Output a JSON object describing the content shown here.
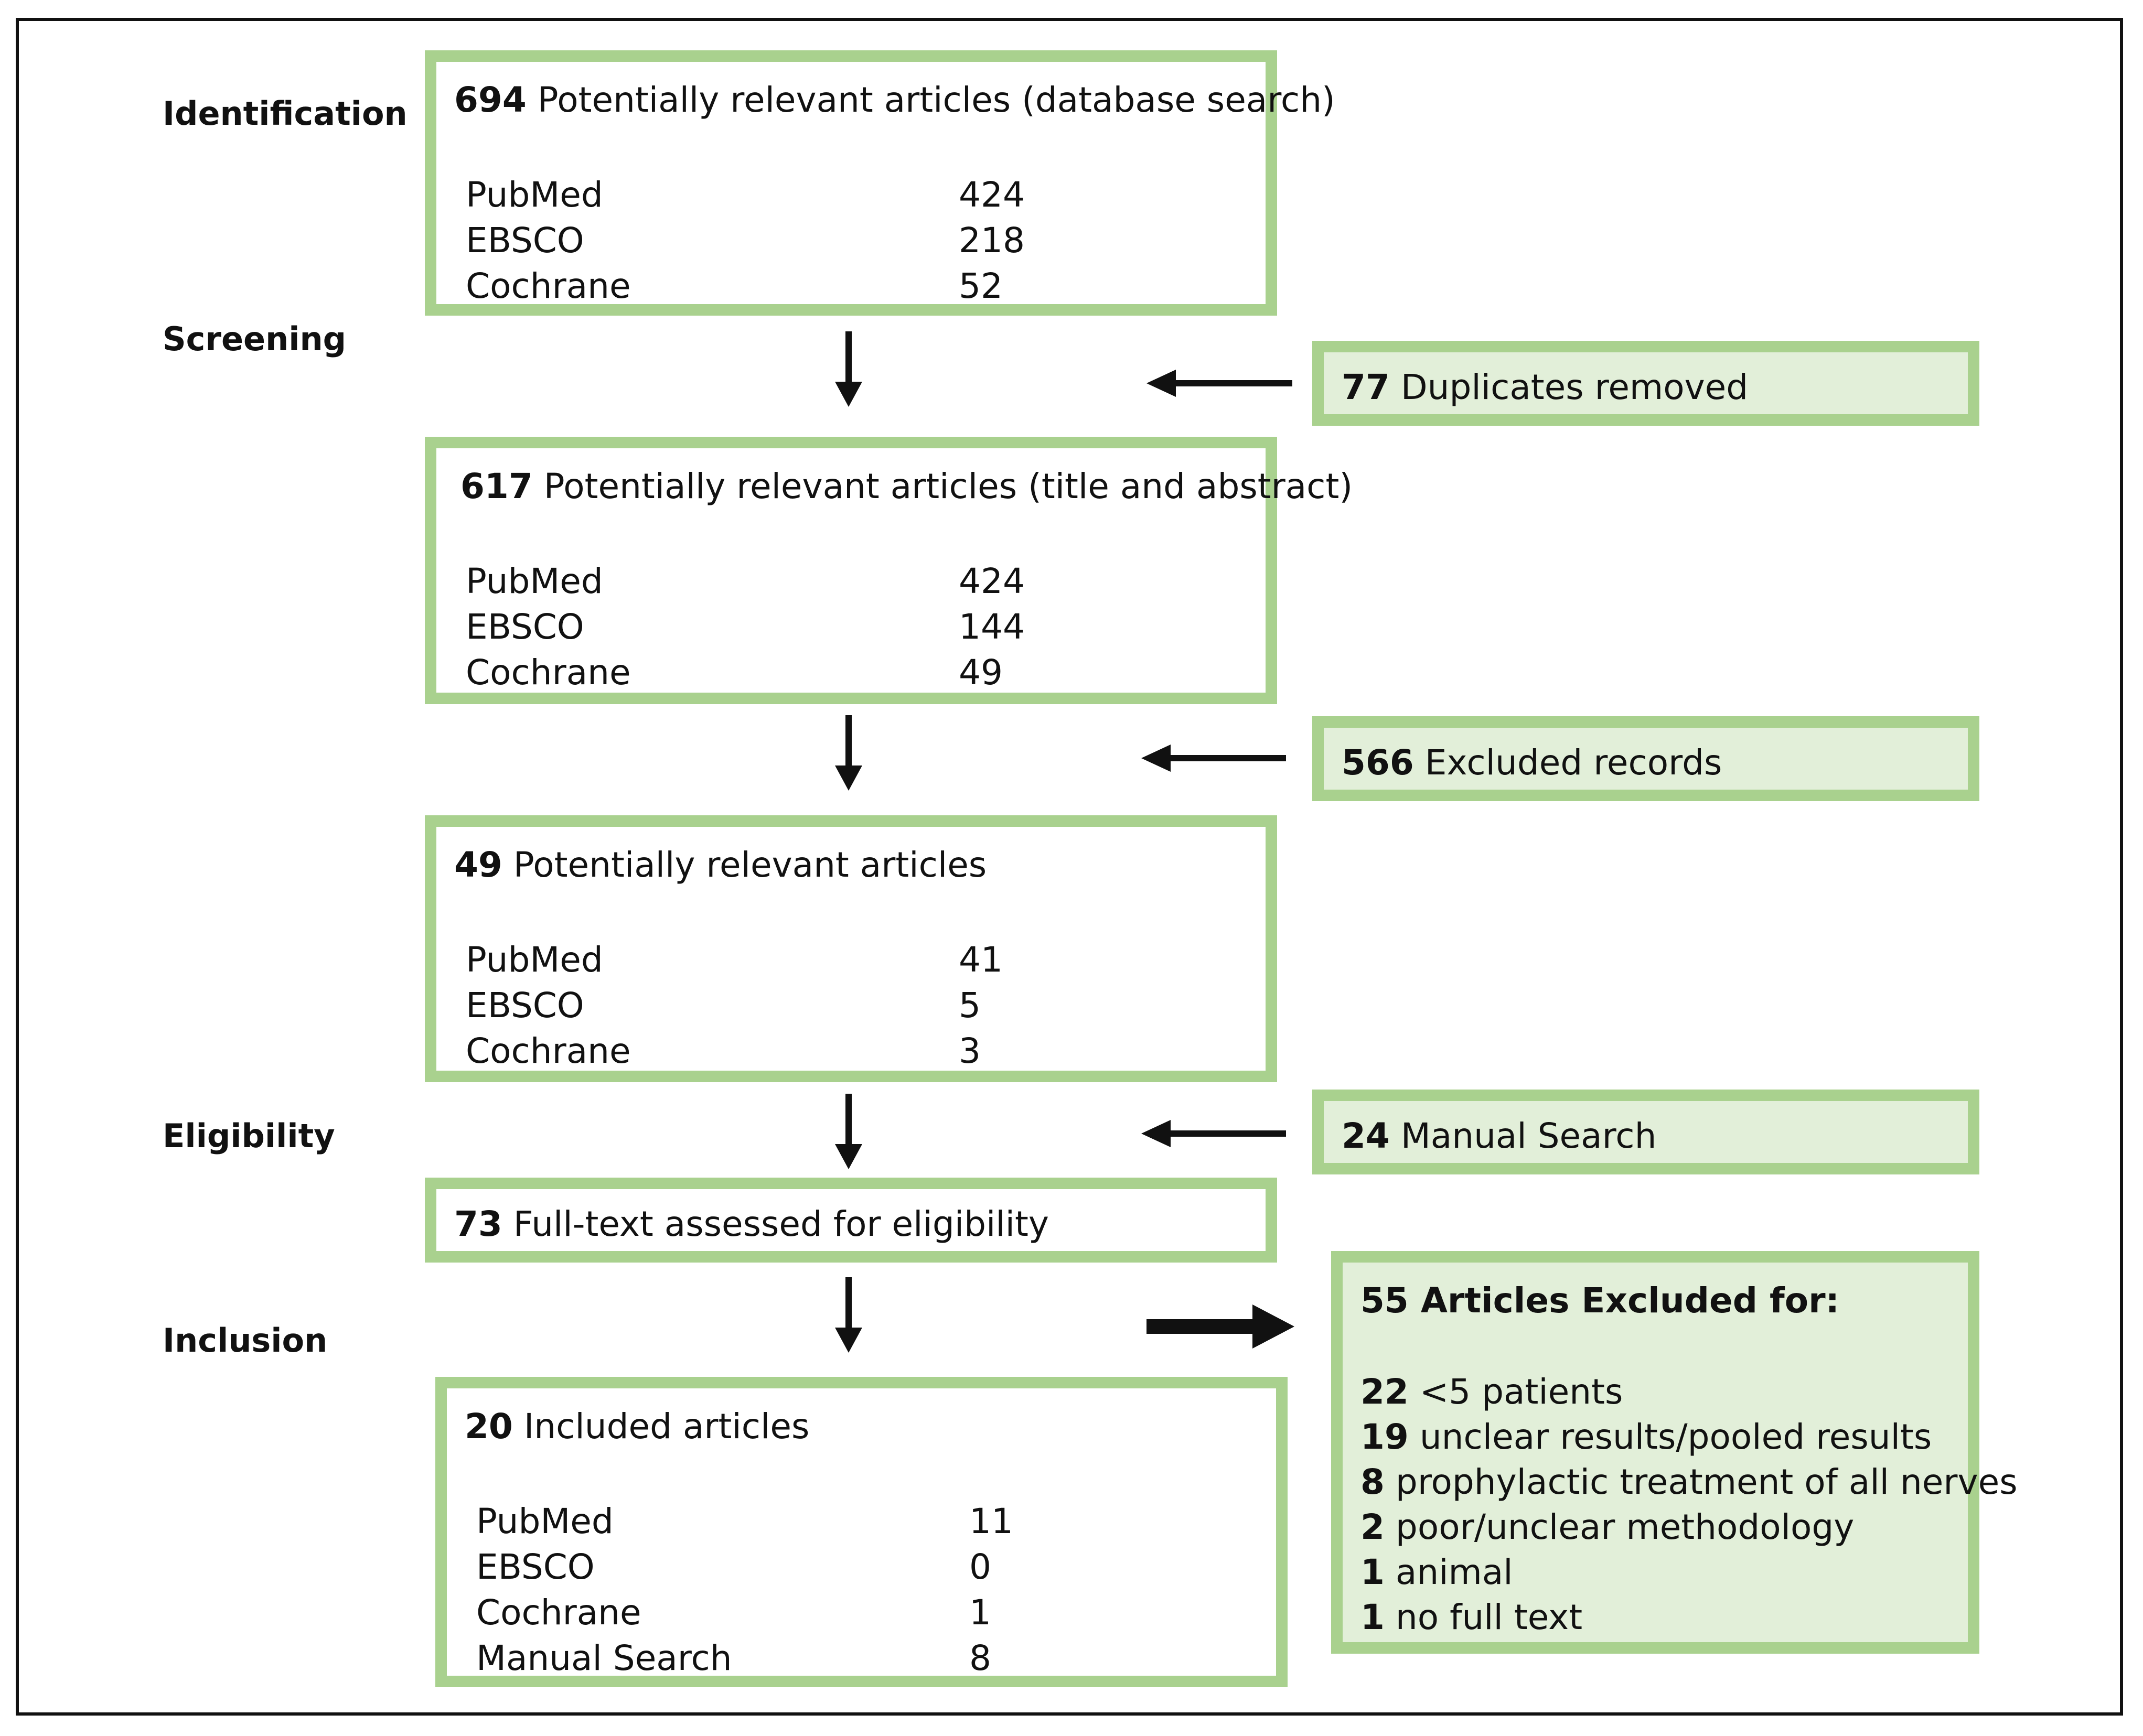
{
  "stages": {
    "identification": "Identification",
    "screening": "Screening",
    "eligibility": "Eligibility",
    "inclusion": "Inclusion"
  },
  "database_search": {
    "count": "694",
    "label": "Potentially relevant articles (database search)",
    "rows": [
      {
        "source": "PubMed",
        "value": "424"
      },
      {
        "source": "EBSCO",
        "value": "218"
      },
      {
        "source": "Cochrane",
        "value": "52"
      }
    ]
  },
  "duplicates": {
    "count": "77",
    "label": "Duplicates removed"
  },
  "title_abstract": {
    "count": "617",
    "label": "Potentially relevant articles (title and abstract)",
    "rows": [
      {
        "source": "PubMed",
        "value": "424"
      },
      {
        "source": "EBSCO",
        "value": "144"
      },
      {
        "source": "Cochrane",
        "value": "49"
      }
    ]
  },
  "excluded_records": {
    "count": "566",
    "label": "Excluded records"
  },
  "relevant": {
    "count": "49",
    "label": "Potentially relevant articles",
    "rows": [
      {
        "source": "PubMed",
        "value": "41"
      },
      {
        "source": "EBSCO",
        "value": "5"
      },
      {
        "source": "Cochrane",
        "value": "3"
      }
    ]
  },
  "manual_search": {
    "count": "24",
    "label": "Manual Search"
  },
  "full_text": {
    "count": "73",
    "label": "Full-text assessed for eligibility"
  },
  "included": {
    "count": "20",
    "label": "Included articles",
    "rows": [
      {
        "source": "PubMed",
        "value": "11"
      },
      {
        "source": "EBSCO",
        "value": "0"
      },
      {
        "source": "Cochrane",
        "value": "1"
      },
      {
        "source": "Manual Search",
        "value": "8"
      }
    ]
  },
  "excluded_articles": {
    "title": "55 Articles Excluded for:",
    "reasons": [
      {
        "count": "22",
        "label": "<5 patients"
      },
      {
        "count": "19",
        "label": "unclear results/pooled results"
      },
      {
        "count": "8",
        "label": "prophylactic treatment of all nerves"
      },
      {
        "count": "2",
        "label": "poor/unclear methodology"
      },
      {
        "count": "1",
        "label": "animal"
      },
      {
        "count": "1",
        "label": "no full text"
      }
    ]
  },
  "colors": {
    "box_border": "#a9d18e",
    "box_fill_side": "#e2efd9",
    "arrow": "#111111"
  }
}
